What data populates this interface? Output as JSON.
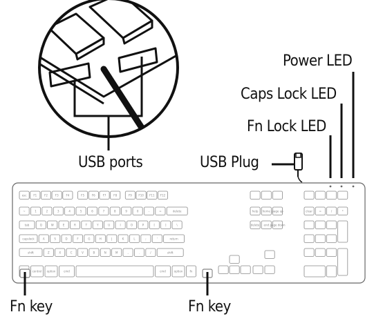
{
  "labels": {
    "power_led": "Power LED",
    "caps_lock_led": "Caps Lock LED",
    "fn_lock_led": "Fn Lock LED",
    "usb_ports": "USB ports",
    "usb_plug": "USB Plug",
    "fn_key_left": "Fn key",
    "fn_key_right": "Fn key"
  },
  "keyboard": {
    "function_row": [
      "esc",
      "F1",
      "F2",
      "F3",
      "F4",
      "F5",
      "F6",
      "F7",
      "F8",
      "F9",
      "F10",
      "F11",
      "F12"
    ],
    "number_row": [
      "~",
      "1",
      "2",
      "3",
      "4",
      "5",
      "6",
      "7",
      "8",
      "9",
      "0",
      "-",
      "=",
      "delete"
    ],
    "qwerty_row": [
      "tab",
      "Q",
      "W",
      "E",
      "R",
      "T",
      "Y",
      "U",
      "I",
      "O",
      "P",
      "[",
      "]",
      "\\"
    ],
    "home_row": [
      "capslock",
      "A",
      "S",
      "D",
      "F",
      "G",
      "H",
      "J",
      "K",
      "L",
      ";",
      "'",
      "return"
    ],
    "shift_row": [
      "shift",
      "Z",
      "X",
      "C",
      "V",
      "B",
      "N",
      "M",
      ",",
      ".",
      "/",
      "shift"
    ],
    "bottom_row": [
      "fn",
      "control",
      "option",
      "cmd",
      "",
      "cmd",
      "option",
      "fn"
    ],
    "nav_keys": [
      "help",
      "home",
      "page up",
      "delete",
      "end",
      "page down"
    ],
    "numpad_top": [
      "clear",
      "=",
      "/",
      "*"
    ]
  },
  "colors": {
    "line": "#111111",
    "key_outline": "#888888",
    "fn_legend": "#3a7bd5"
  }
}
